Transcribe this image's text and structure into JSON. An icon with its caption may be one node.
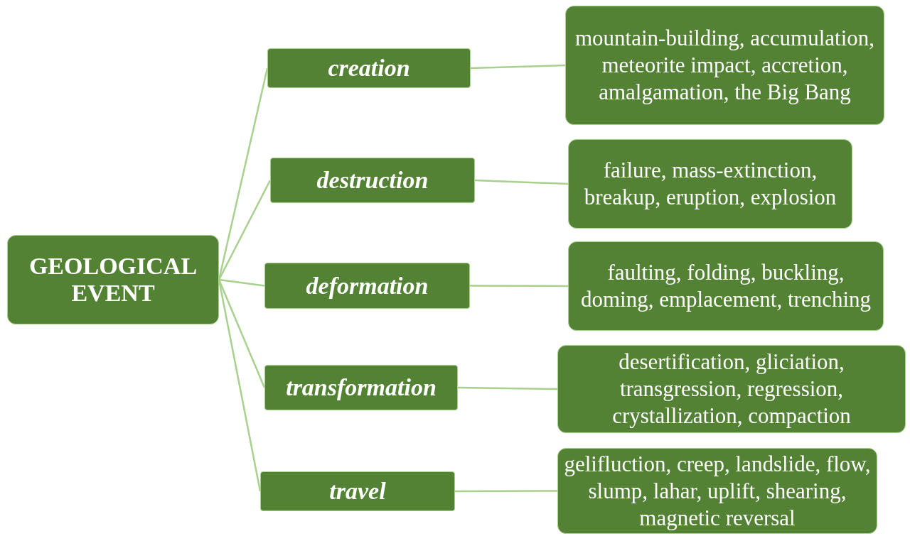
{
  "diagram": {
    "nodes": [
      {
        "text": [
          "GEOLOGICAL EVENT"
        ]
      },
      {
        "text": [
          "creation"
        ]
      },
      {
        "text": [
          "mountain-building, accumulation, meteorite impact, accretion, amalgamation, the Big Bang"
        ]
      },
      {
        "text": [
          "destruction"
        ]
      },
      {
        "text": [
          "failure, mass-extinction, breakup, eruption, explosion"
        ]
      },
      {
        "text": [
          "deformation"
        ]
      },
      {
        "text": [
          "faulting, folding, buckling, doming, emplacement, trenching"
        ]
      },
      {
        "text": [
          "transformation"
        ]
      },
      {
        "text": [
          "desertification, gliciation, transgression, regression, crystallization, compaction"
        ]
      },
      {
        "text": [
          "travel"
        ]
      },
      {
        "text": [
          "gelifluction, creep, landslide, flow, slump, lahar, uplift, shearing, magnetic reversal"
        ]
      }
    ],
    "edges": [
      {
        "from": 0,
        "to": 1,
        "arrow": "none"
      },
      {
        "from": 0,
        "to": 3,
        "arrow": "none"
      },
      {
        "from": 0,
        "to": 5,
        "arrow": "none"
      },
      {
        "from": 0,
        "to": 7,
        "arrow": "none"
      },
      {
        "from": 0,
        "to": 9,
        "arrow": "none"
      },
      {
        "from": 1,
        "to": 2,
        "arrow": "none"
      },
      {
        "from": 3,
        "to": 4,
        "arrow": "none"
      },
      {
        "from": 5,
        "to": 6,
        "arrow": "none"
      },
      {
        "from": 7,
        "to": 8,
        "arrow": "none"
      },
      {
        "from": 9,
        "to": 10,
        "arrow": "none"
      }
    ]
  }
}
